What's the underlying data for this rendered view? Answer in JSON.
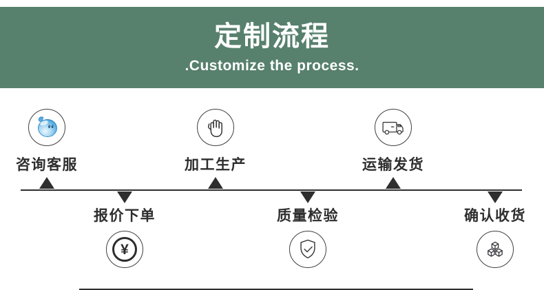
{
  "header": {
    "title": "定制流程",
    "subtitle": ".Customize the process.",
    "background_color": "#57806d",
    "text_color": "#ffffff"
  },
  "timeline": {
    "line_color": "#2e2e2e",
    "marker_color": "#2e2e2e",
    "currency_symbol": "¥",
    "steps": [
      {
        "label": "咨询客服",
        "icon": "customer-service-mascot-icon",
        "position": "above"
      },
      {
        "label": "报价下单",
        "icon": "yuan-currency-icon",
        "position": "below"
      },
      {
        "label": "加工生产",
        "icon": "hand-palm-icon",
        "position": "above"
      },
      {
        "label": "质量检验",
        "icon": "shield-check-icon",
        "position": "below"
      },
      {
        "label": "运输发货",
        "icon": "delivery-truck-icon",
        "position": "above"
      },
      {
        "label": "确认收货",
        "icon": "goods-boxes-icon",
        "position": "below"
      }
    ],
    "mascot_colors": {
      "body": "#5fb2e4",
      "outline": "#2f86c0",
      "eyes": "#1d4f7c"
    }
  }
}
